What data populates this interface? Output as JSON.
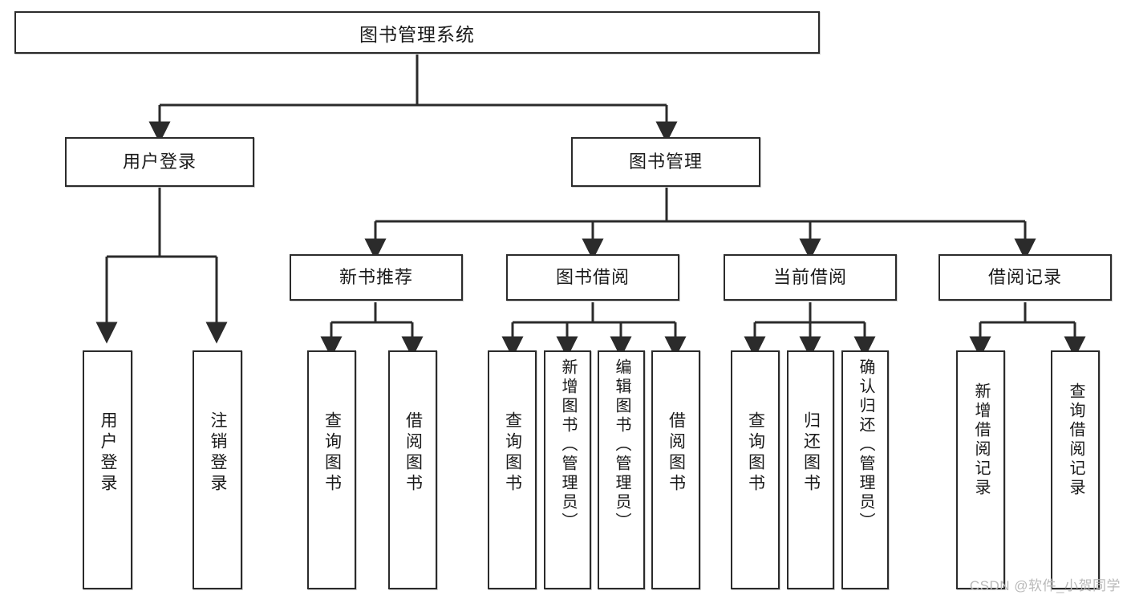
{
  "diagram": {
    "type": "tree-hierarchy-diagram",
    "title": "图书管理系统",
    "colors": {
      "background": "#ffffff",
      "box_border": "#2b2b2b",
      "box_fill": "#ffffff",
      "connector": "#2b2b2b",
      "text": "#1a1a1a",
      "watermark": "#b9b9b9"
    },
    "levels": {
      "level1": [
        {
          "id": "root",
          "label": "图书管理系统",
          "orientation": "horizontal"
        }
      ],
      "level2": [
        {
          "id": "user-login",
          "label": "用户登录",
          "orientation": "horizontal"
        },
        {
          "id": "book-manage",
          "label": "图书管理",
          "orientation": "horizontal"
        }
      ],
      "level3": [
        {
          "id": "new-book-recommend",
          "label": "新书推荐",
          "orientation": "horizontal"
        },
        {
          "id": "book-borrow",
          "label": "图书借阅",
          "orientation": "horizontal"
        },
        {
          "id": "current-borrow",
          "label": "当前借阅",
          "orientation": "horizontal"
        },
        {
          "id": "borrow-record",
          "label": "借阅记录",
          "orientation": "horizontal"
        }
      ],
      "level4": [
        {
          "id": "leaf-user-login",
          "label": "用户登录",
          "parent": "user-login",
          "orientation": "vertical"
        },
        {
          "id": "leaf-logout-login",
          "label": "注销登录",
          "parent": "user-login",
          "orientation": "vertical"
        },
        {
          "id": "leaf-query-book-1",
          "label": "查询图书",
          "parent": "new-book-recommend",
          "orientation": "vertical"
        },
        {
          "id": "leaf-borrow-book-1",
          "label": "借阅图书",
          "parent": "new-book-recommend",
          "orientation": "vertical"
        },
        {
          "id": "leaf-query-book-2",
          "label": "查询图书",
          "parent": "book-borrow",
          "orientation": "vertical"
        },
        {
          "id": "leaf-add-book",
          "label": "新增图书（管理员）",
          "parent": "book-borrow",
          "orientation": "vertical"
        },
        {
          "id": "leaf-edit-book",
          "label": "编辑图书（管理员）",
          "parent": "book-borrow",
          "orientation": "vertical"
        },
        {
          "id": "leaf-borrow-book-2",
          "label": "借阅图书",
          "parent": "book-borrow",
          "orientation": "vertical"
        },
        {
          "id": "leaf-query-book-3",
          "label": "查询图书",
          "parent": "current-borrow",
          "orientation": "vertical"
        },
        {
          "id": "leaf-return-book",
          "label": "归还图书",
          "parent": "current-borrow",
          "orientation": "vertical"
        },
        {
          "id": "leaf-confirm-return",
          "label": "确认归还（管理员）",
          "parent": "current-borrow",
          "orientation": "vertical"
        },
        {
          "id": "leaf-add-record",
          "label": "新增借阅记录",
          "parent": "borrow-record",
          "orientation": "vertical"
        },
        {
          "id": "leaf-query-record",
          "label": "查询借阅记录",
          "parent": "borrow-record",
          "orientation": "vertical"
        }
      ]
    },
    "watermark": "CSDN @软件_小贺同学"
  }
}
